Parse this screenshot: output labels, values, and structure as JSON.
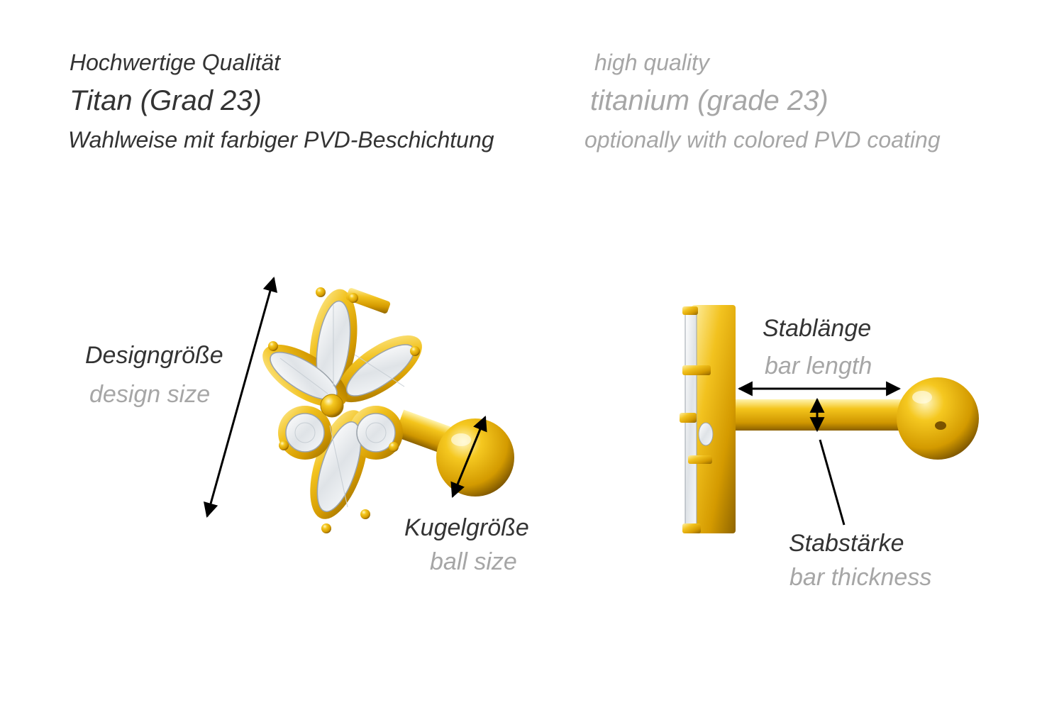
{
  "header": {
    "line1_de": "Hochwertige Qualität",
    "line1_en": "high quality",
    "line2_de": "Titan (Grad 23)",
    "line2_en": "titanium (grade 23)",
    "line3_de": "Wahlweise mit farbiger PVD-Beschichtung",
    "line3_en": "optionally with colored PVD coating"
  },
  "labels": {
    "design_size_de": "Designgröße",
    "design_size_en": "design size",
    "ball_size_de": "Kugelgröße",
    "ball_size_en": "ball size",
    "bar_length_de": "Stablänge",
    "bar_length_en": "bar length",
    "bar_thickness_de": "Stabstärke",
    "bar_thickness_en": "bar thickness"
  },
  "colors": {
    "german_text": "#333333",
    "english_text": "#a6a6a6",
    "gold": "#e8b515",
    "gold_dark": "#a87c00",
    "stone": "#e9ecef"
  }
}
